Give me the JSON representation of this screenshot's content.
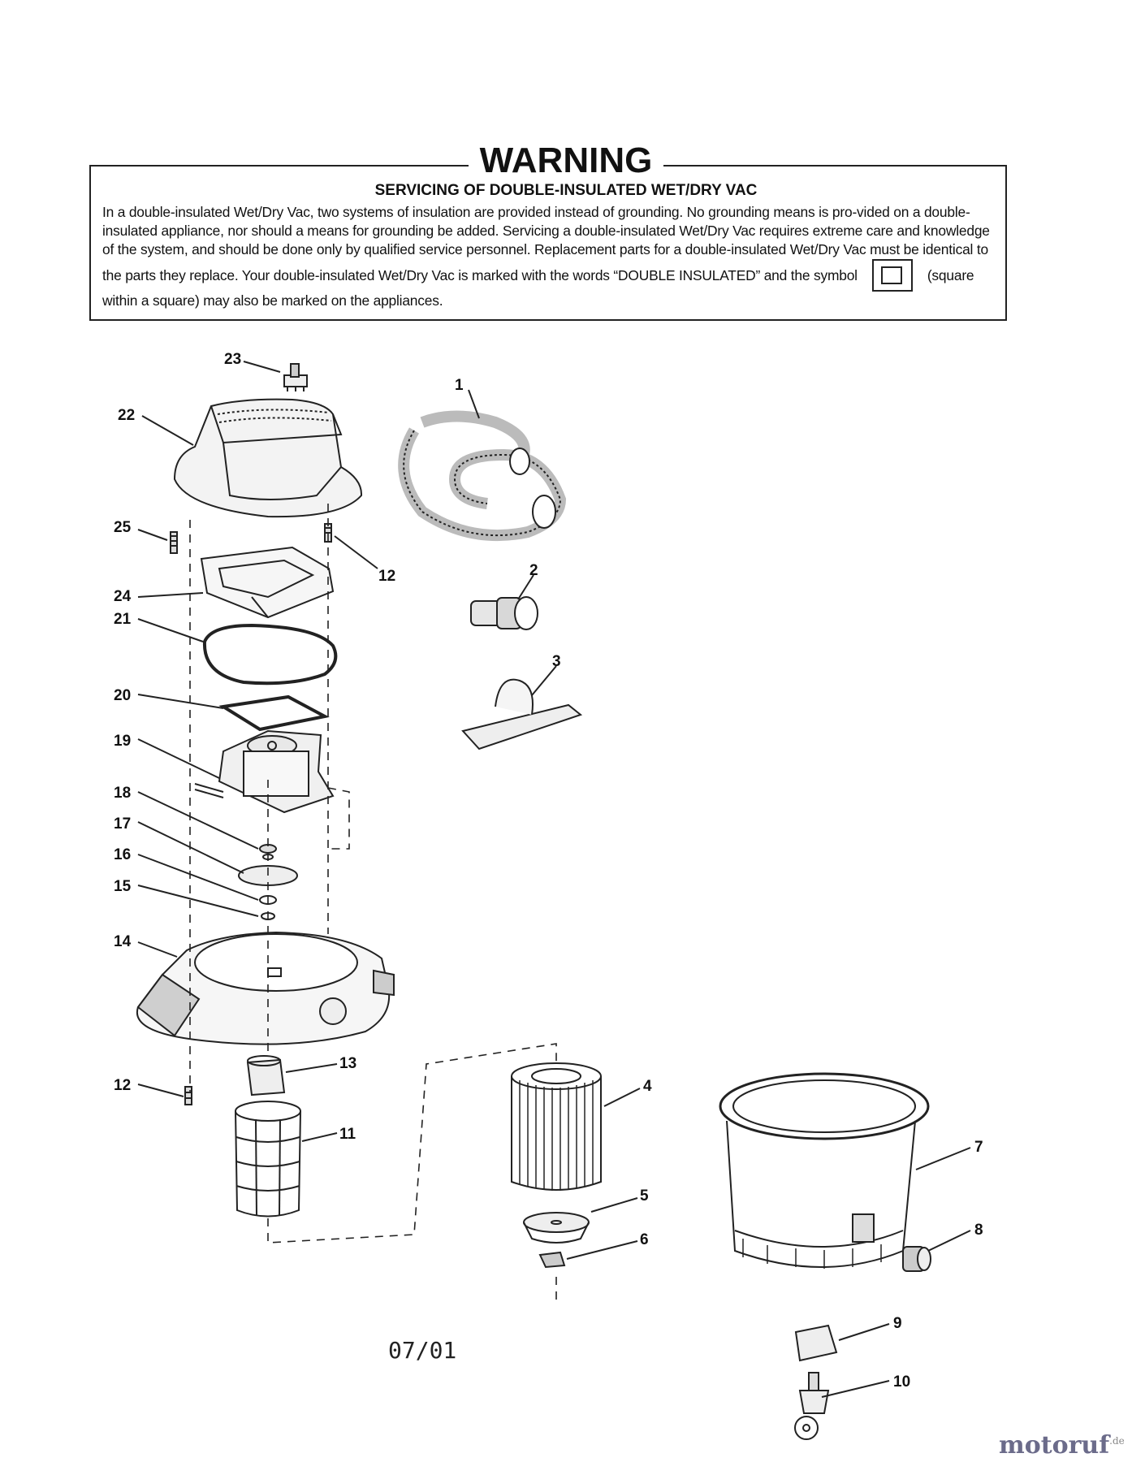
{
  "warning": {
    "title": "WARNING",
    "subtitle": "SERVICING OF DOUBLE-INSULATED WET/DRY VAC",
    "body_part1": "In a double-insulated Wet/Dry Vac, two systems of insulation are provided instead of grounding. No grounding means is pro-vided on a double-insulated appliance, nor should a means for grounding be added. Servicing a double-insulated Wet/Dry Vac requires extreme care and knowledge of the system, and should be done only by qualified service personnel. Replacement parts for a double-insulated Wet/Dry Vac must be identical to the parts they replace. Your double-insulated Wet/Dry Vac is marked with the words “DOUBLE INSULATED” and the symbol",
    "body_part2": "(square within a square) may also be marked on the appliances."
  },
  "callouts": [
    "1",
    "2",
    "3",
    "4",
    "5",
    "6",
    "7",
    "8",
    "9",
    "10",
    "11",
    "12",
    "12",
    "13",
    "14",
    "15",
    "16",
    "17",
    "18",
    "19",
    "20",
    "21",
    "22",
    "23",
    "24",
    "25"
  ],
  "date": "07/01",
  "watermark": {
    "name": "motoruf",
    "suffix": ".de"
  },
  "colors": {
    "ink": "#111111",
    "watermark": "#6b6b8a"
  }
}
